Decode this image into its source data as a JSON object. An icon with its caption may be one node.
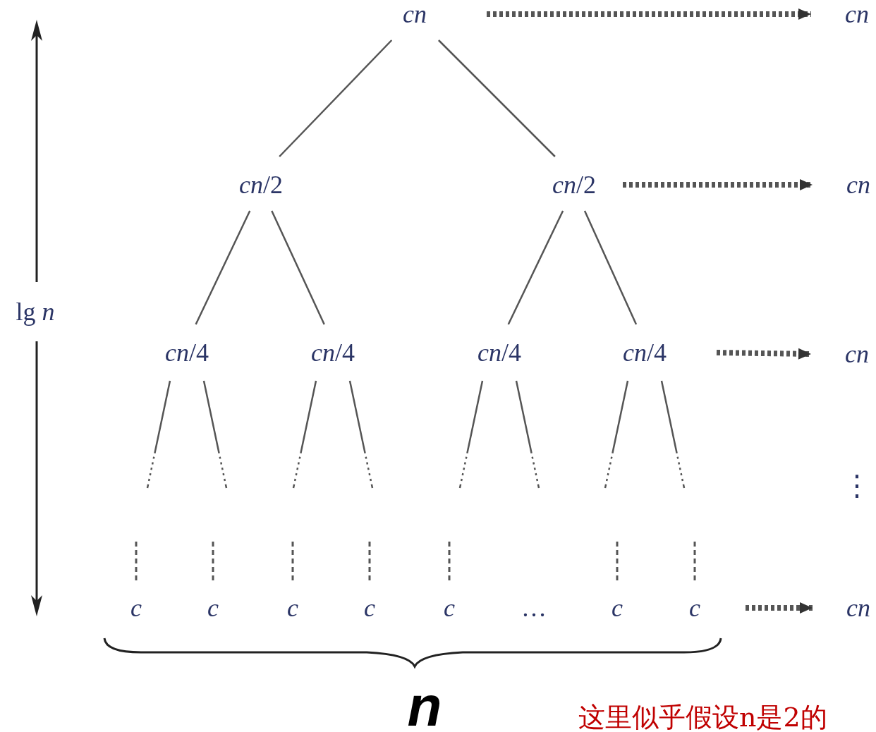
{
  "diagram": {
    "nodes": [
      {
        "text": [
          "cn"
        ]
      },
      {
        "text": [
          "*cn*/2"
        ]
      },
      {
        "text": [
          "*cn*/2"
        ]
      },
      {
        "text": [
          "*cn*/4"
        ]
      },
      {
        "text": [
          "*cn*/4"
        ]
      },
      {
        "text": [
          "*cn*/4"
        ]
      },
      {
        "text": [
          "*cn*/4"
        ]
      },
      {
        "text": [
          "c"
        ]
      },
      {
        "text": [
          "c"
        ]
      },
      {
        "text": [
          "c"
        ]
      },
      {
        "text": [
          "c"
        ]
      },
      {
        "text": [
          "c"
        ]
      },
      {
        "text": [
          "c"
        ]
      },
      {
        "text": [
          "c"
        ]
      },
      {
        "text": [
          "cn"
        ]
      },
      {
        "text": [
          "cn"
        ]
      },
      {
        "text": [
          "cn"
        ]
      },
      {
        "text": [
          "cn"
        ]
      }
    ],
    "edges": [
      {
        "from": 0,
        "to": 1,
        "arrow": "none"
      },
      {
        "from": 0,
        "to": 2,
        "arrow": "none"
      },
      {
        "from": 1,
        "to": 3,
        "arrow": "none"
      },
      {
        "from": 1,
        "to": 4,
        "arrow": "none"
      },
      {
        "from": 2,
        "to": 5,
        "arrow": "none"
      },
      {
        "from": 2,
        "to": 6,
        "arrow": "none"
      },
      {
        "from": 3,
        "to": null,
        "arrow": "none",
        "style": "dashed"
      },
      {
        "from": 3,
        "to": null,
        "arrow": "none",
        "style": "dashed"
      },
      {
        "from": 4,
        "to": null,
        "arrow": "none",
        "style": "dashed"
      },
      {
        "from": 4,
        "to": null,
        "arrow": "none",
        "style": "dashed"
      },
      {
        "from": 5,
        "to": null,
        "arrow": "none",
        "style": "dashed"
      },
      {
        "from": 5,
        "to": null,
        "arrow": "none",
        "style": "dashed"
      },
      {
        "from": 6,
        "to": null,
        "arrow": "none",
        "style": "dashed"
      },
      {
        "from": 6,
        "to": null,
        "arrow": "none",
        "style": "dashed"
      },
      {
        "from": null,
        "to": 7,
        "arrow": "none",
        "style": "dashed"
      },
      {
        "from": null,
        "to": 8,
        "arrow": "none",
        "style": "dashed"
      },
      {
        "from": null,
        "to": 9,
        "arrow": "none",
        "style": "dashed"
      },
      {
        "from": null,
        "to": 10,
        "arrow": "none",
        "style": "dashed"
      },
      {
        "from": null,
        "to": 11,
        "arrow": "none",
        "style": "dashed"
      },
      {
        "from": null,
        "to": 12,
        "arrow": "none",
        "style": "dashed"
      },
      {
        "from": null,
        "to": 13,
        "arrow": "none",
        "style": "dashed"
      },
      {
        "from": 0,
        "to": 14,
        "arrow": "to",
        "style": "dashed"
      },
      {
        "from": 2,
        "to": 15,
        "arrow": "to",
        "style": "dashed"
      },
      {
        "from": 6,
        "to": 16,
        "arrow": "to",
        "style": "dashed"
      },
      {
        "from": 13,
        "to": 17,
        "arrow": "to",
        "style": "dashed"
      }
    ],
    "labels": [
      "lg *n*",
      "⋮",
      "…",
      "n",
      "这里似乎假设n是2的"
    ]
  }
}
